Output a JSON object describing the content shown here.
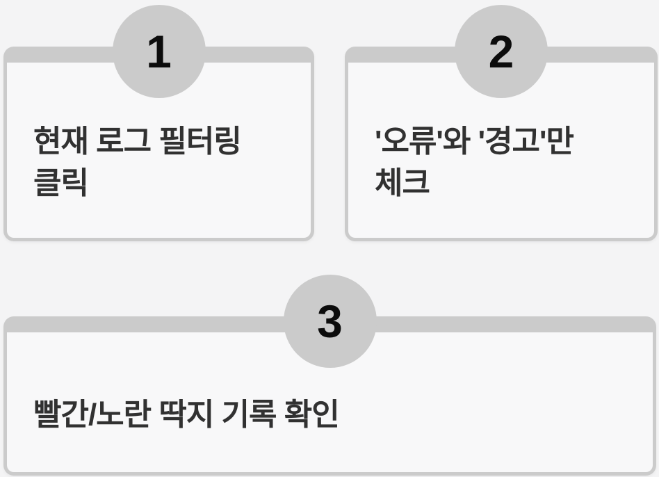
{
  "colors": {
    "page_bg": "#f4f4f5",
    "card_bg": "#f8f8f9",
    "accent_gray": "#cbcbcb",
    "number_color": "#0c0c0c",
    "text_color": "#313131"
  },
  "steps": [
    {
      "number": "1",
      "text": "현재 로그 필터링 클릭",
      "lines": [
        "현재 로그 필터링",
        "클릭"
      ]
    },
    {
      "number": "2",
      "text": "'오류'와 '경고'만 체크",
      "lines": [
        "'오류'와 '경고'만",
        "체크"
      ]
    },
    {
      "number": "3",
      "text": "빨간/노란 딱지 기록 확인",
      "lines": [
        "빨간/노란 딱지 기록 확인"
      ]
    }
  ]
}
